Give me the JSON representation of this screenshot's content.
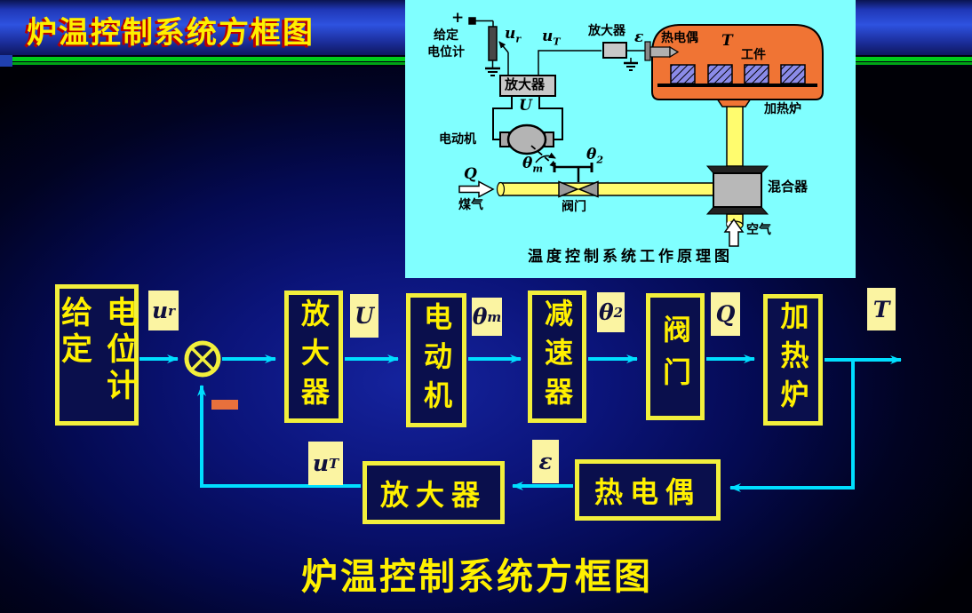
{
  "slide": {
    "title": "炉温控制系统方框图",
    "bottom_caption": "炉温控制系统方框图"
  },
  "inset": {
    "caption": "温度控制系统工作原理图",
    "labels": {
      "plus": "+",
      "pot_line1": "给定",
      "pot_line2": "电位计",
      "u_r": {
        "main": "u",
        "sub": "r"
      },
      "u_T": {
        "main": "u",
        "sub": "T"
      },
      "amp_top": "放大器",
      "epsilon": "ε",
      "thermocouple": "热电偶",
      "temperature": "T",
      "workpiece": "工件",
      "furnace": "加热炉",
      "amp_mid": "放大器",
      "voltage": "U",
      "motor": "电动机",
      "theta_m": {
        "main": "θ",
        "sub": "m"
      },
      "theta_2": {
        "main": "θ",
        "sub": "2"
      },
      "flow": "Q",
      "coal_gas": "煤气",
      "valve": "阀门",
      "mixer": "混合器",
      "air": "空气"
    }
  },
  "diagram": {
    "blocks": {
      "pot_col1": "给定",
      "pot_col2": "电位计",
      "amplifier": "放大器",
      "motor": "电动机",
      "reducer": "减速器",
      "valve": "阀门",
      "furnace": "加热炉",
      "fb_amplifier": "放大器",
      "thermocouple": "热电偶"
    },
    "tags": {
      "u_r": {
        "main": "u",
        "sub": "r"
      },
      "U": "U",
      "theta_m": {
        "main": "θ",
        "sub": "m"
      },
      "theta_2": {
        "main": "θ",
        "sub": "2"
      },
      "Q": "Q",
      "T": "T",
      "u_T": {
        "main": "u",
        "sub": "T"
      },
      "epsilon": "ε"
    },
    "feedback_sign": "−"
  },
  "colors": {
    "title_text": "#FFF000",
    "title_shadow": "#BB0000",
    "block_border": "#F2EF3C",
    "block_text": "#FFF000",
    "arrow": "#00DFFF",
    "tag_bg": "#FBF4A2",
    "inset_bg": "#80FFFF",
    "furnace_orange": "#F07434",
    "minus_sign": "#E8703C",
    "stripe_green": "#00CC1A"
  }
}
